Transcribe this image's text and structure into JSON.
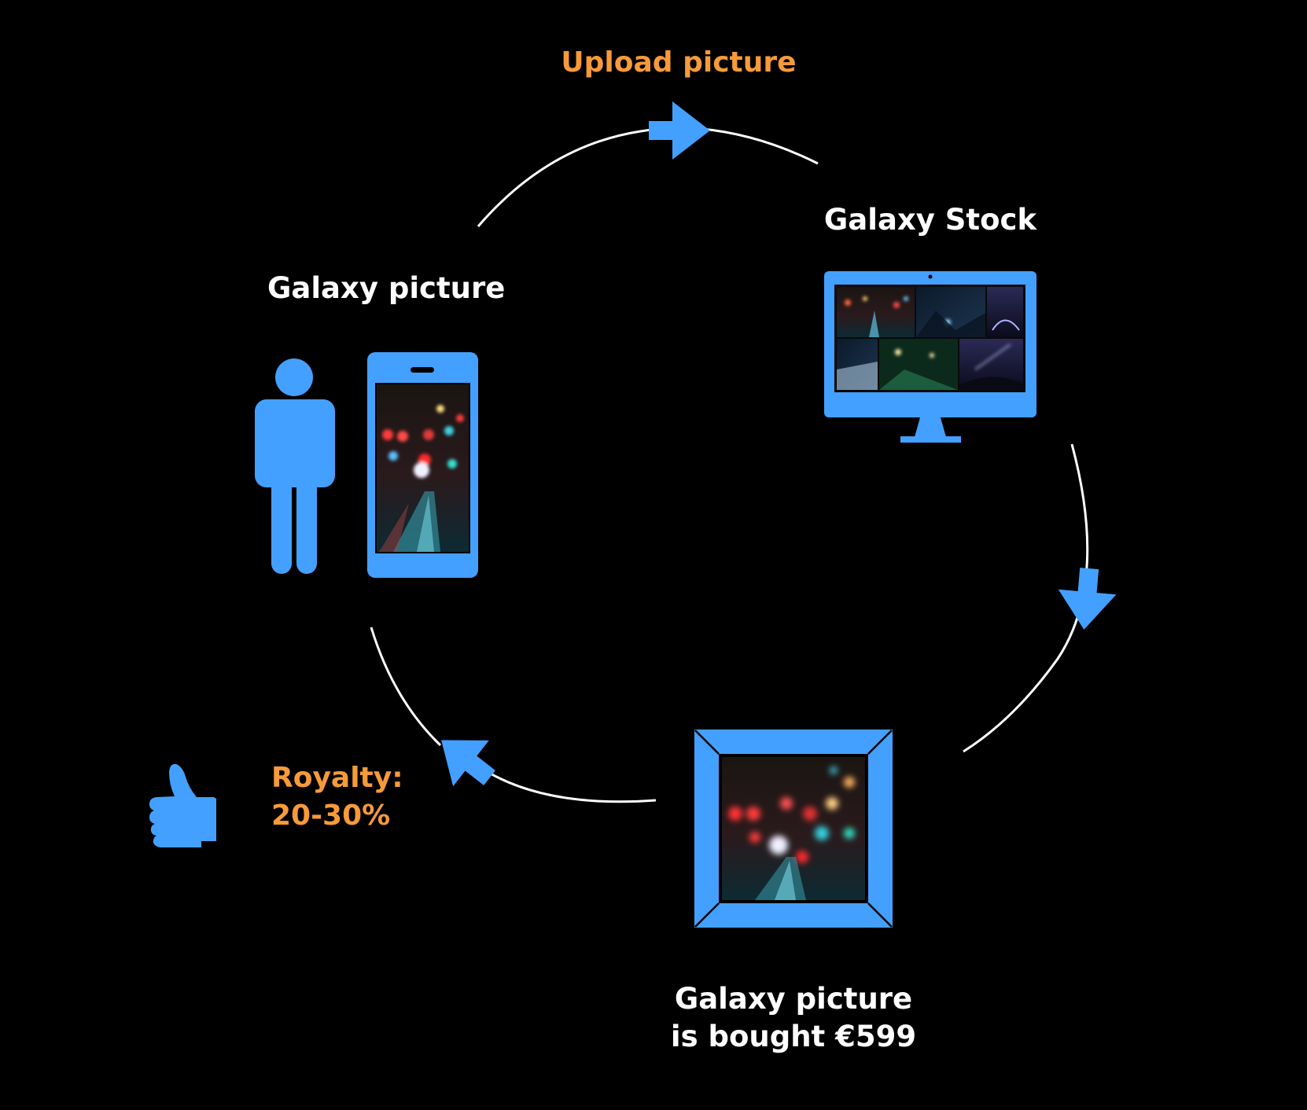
{
  "colors": {
    "background": "#000000",
    "icon_blue": "#44a0ff",
    "highlight_orange": "#f79a3a",
    "text_white": "#ffffff",
    "cycle_line": "#ffffff"
  },
  "labels": {
    "upload": "Upload picture",
    "galaxy_stock": "Galaxy Stock",
    "galaxy_picture": "Galaxy picture",
    "bought_line1": "Galaxy picture",
    "bought_line2": "is bought €599",
    "royalty_line1": "Royalty:",
    "royalty_line2": "20-30%"
  },
  "icons": {
    "person": "person-icon",
    "phone": "smartphone-icon",
    "monitor": "monitor-icon",
    "frame": "picture-frame-icon",
    "thumbs_up": "thumbs-up-icon",
    "arrow": "arrow-icon"
  }
}
